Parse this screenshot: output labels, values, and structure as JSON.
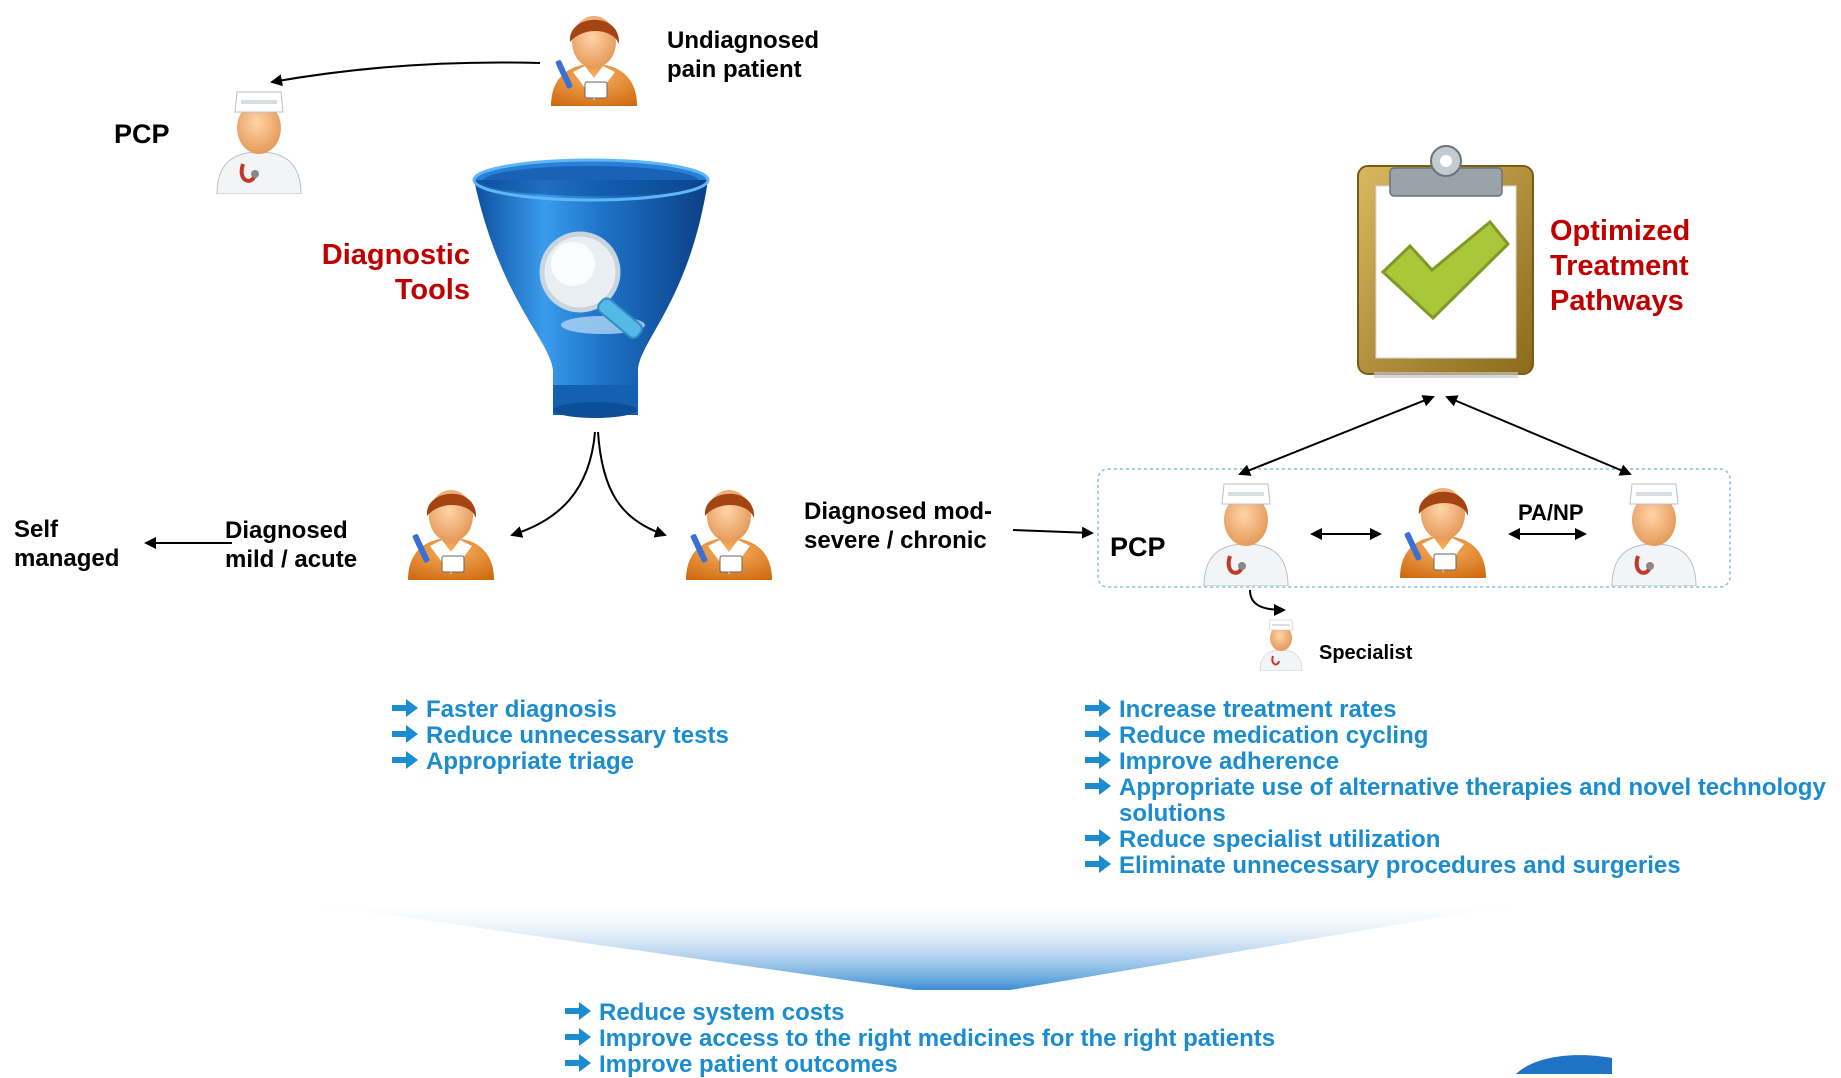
{
  "top": {
    "undiagnosed_label": "Undiagnosed\npain patient",
    "pcp_label": "PCP"
  },
  "funnel": {
    "label": "Diagnostic\nTools",
    "colors": {
      "funnel": "#1e73c8",
      "funnel_light": "#5fb0f0"
    }
  },
  "left_branch": {
    "self_managed": "Self\nmanaged",
    "diagnosed_mild": "Diagnosed\nmild / acute"
  },
  "right_branch": {
    "diagnosed_severe": "Diagnosed mod-\nsevere / chronic"
  },
  "care_team": {
    "pcp_label": "PCP",
    "pa_np_label": "PA/NP",
    "specialist_label": "Specialist"
  },
  "pathways": {
    "label": "Optimized\nTreatment\nPathways"
  },
  "diagnostic_benefits": [
    "Faster diagnosis",
    "Reduce unnecessary tests",
    "Appropriate triage"
  ],
  "treatment_benefits": [
    "Increase treatment rates",
    "Reduce medication cycling",
    "Improve adherence",
    "Appropriate use of alternative therapies and novel technology solutions",
    "Reduce specialist utilization",
    "Eliminate unnecessary procedures and surgeries"
  ],
  "system_benefits": [
    "Reduce system costs",
    "Improve access to the right medicines for the right patients",
    "Improve patient outcomes"
  ],
  "colors": {
    "accent_red": "#c00000",
    "benefit_blue": "#1a8ccf",
    "patient_orange": "#e8882a",
    "doctor_white": "#ffffff",
    "clipboard_gold": "#b08a2a",
    "check_green": "#a8c83a"
  }
}
